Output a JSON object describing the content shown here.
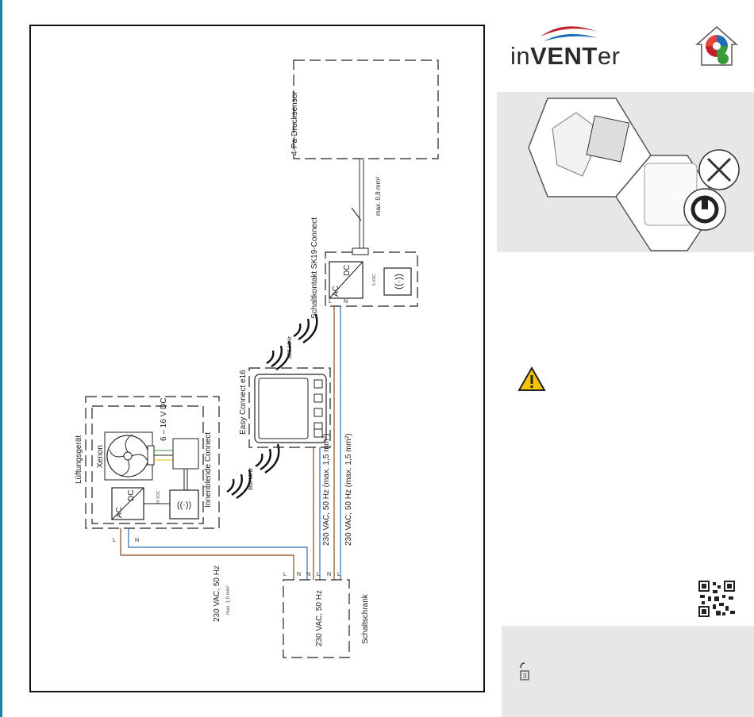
{
  "brand": {
    "prefix": "in",
    "bold": "VENT",
    "suffix": "er"
  },
  "diagram": {
    "sensor_label": "4-Pa-Drucksensor",
    "sensor_cable": "max. 0,8 mm²",
    "switch_label": "Schaltkontakt SK19-Connect",
    "switch_dc": "5 VDC",
    "radio_868_a": "868 MHz",
    "radio_868_b": "868 MHz",
    "control_label": "Easy Connect e16",
    "device_label": "Lüftungsgerät",
    "fan_label": "Xenon",
    "fan_voltage": "6 – 16 V DC",
    "connect_label": "Innenblende Connect",
    "vdc_24": "24 VDC",
    "ac_label": "AC",
    "dc_label": "DC",
    "l_label": "L",
    "n_label": "N",
    "cable_left_main": "230 VAC, 50 Hz",
    "cable_left_sub": "max. 1,5 mm²",
    "cable_mid": "230 VAC, 50 Hz (max. 1,5 mm²)",
    "cable_right": "230 VAC, 50 Hz (max. 1,5 mm²)",
    "cabinet_inner": "230 VAC, 50 Hz",
    "cabinet_label": "Schaltschrank"
  },
  "colors": {
    "brown": "#8b4a1f",
    "blue": "#2f6fb5",
    "green": "#3a9b3a",
    "edge": "#1a7fa8"
  },
  "icons": [
    "inventer-logo",
    "house-badge-icon",
    "warning-icon",
    "qr-code",
    "plug-icon",
    "tools-icon"
  ]
}
